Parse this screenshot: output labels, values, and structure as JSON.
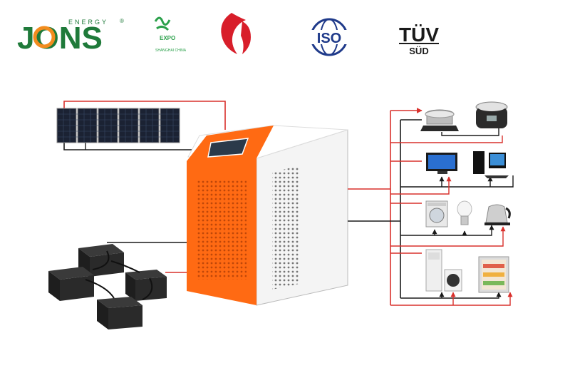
{
  "logos": {
    "brand": {
      "name": "JONS",
      "tagline": "ENERGY",
      "reg": "®",
      "color_green": "#1f7a3a",
      "color_orange": "#f28c1e"
    },
    "expo": {
      "line1": "EXPO",
      "line2": "SHANGHAI CHINA",
      "color": "#2aa04a"
    },
    "ccc": {
      "color": "#d81e2a",
      "icon": "ccc-certification-icon"
    },
    "iso": {
      "text": "ISO",
      "color": "#1f3a8a"
    },
    "tuv": {
      "line1": "TÜV",
      "line2": "SÜD",
      "color": "#1a1a1a"
    }
  },
  "colors": {
    "wire_red": "#d9302c",
    "wire_black": "#1a1a1a",
    "inverter_orange": "#ff6a13",
    "inverter_white": "#f4f4f4"
  },
  "components": {
    "solar": {
      "icon": "solar-panel-array-icon",
      "panel_count": 6
    },
    "inverter": {
      "icon": "solar-inverter-icon"
    },
    "batteries": {
      "icon": "battery-bank-icon",
      "count": 4
    },
    "loads": [
      {
        "group": "kitchen",
        "icons": [
          "induction-cooker-icon",
          "rice-cooker-icon"
        ]
      },
      {
        "group": "electronics",
        "icons": [
          "tv-icon",
          "desktop-computer-icon"
        ]
      },
      {
        "group": "appliances",
        "icons": [
          "washing-machine-icon",
          "light-bulb-icon",
          "electric-kettle-icon"
        ]
      },
      {
        "group": "large-appliances",
        "icons": [
          "air-conditioner-icon",
          "refrigerator-icon"
        ]
      }
    ]
  }
}
